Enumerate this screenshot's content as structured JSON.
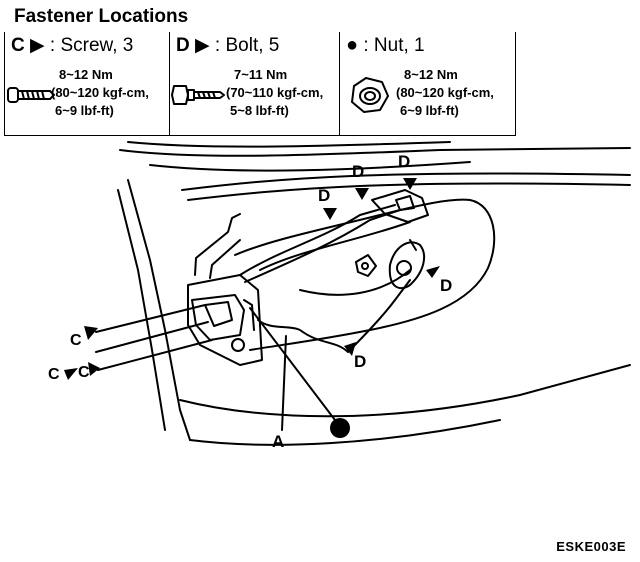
{
  "title": "Fastener Locations",
  "legend": {
    "screw": {
      "letter": "C",
      "text": ": Screw, 3",
      "torque": [
        "8~12 Nm",
        "(80~120 kgf-cm,",
        "6~9 lbf-ft)"
      ]
    },
    "bolt": {
      "letter": "D",
      "text": ": Bolt, 5",
      "torque": [
        "7~11 Nm",
        "(70~110 kgf-cm,",
        "5~8 lbf-ft)"
      ]
    },
    "nut": {
      "text": ": Nut, 1",
      "torque": [
        "8~12 Nm",
        "(80~120 kgf-cm,",
        "6~9 lbf-ft)"
      ]
    }
  },
  "callouts": {
    "d": "D",
    "c": "C",
    "a": "A"
  },
  "image_code": "ESKE003E"
}
